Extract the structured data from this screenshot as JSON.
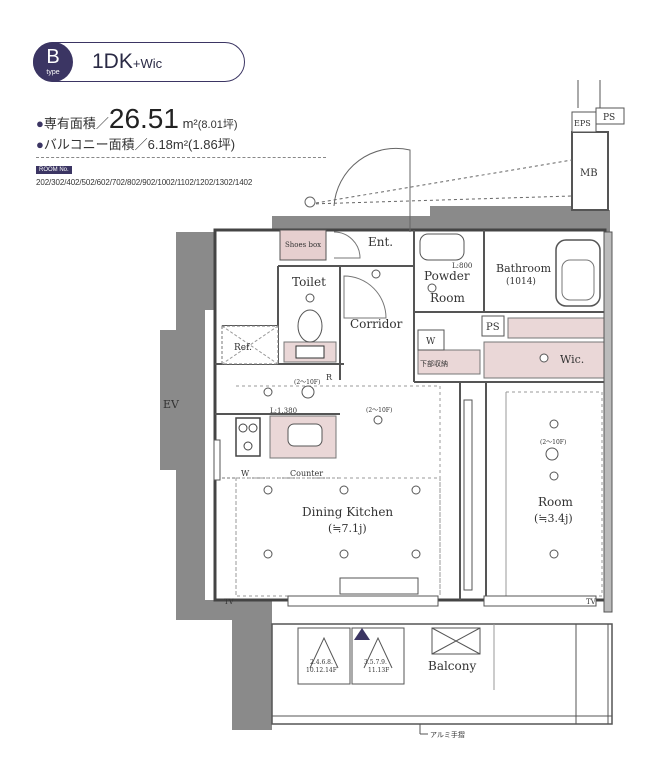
{
  "header": {
    "type_letter": "B",
    "type_word": "type",
    "plan_name": "1DK",
    "plan_suffix": "+Wic",
    "exclusive_area_label": "専有面積／",
    "exclusive_area_value": "26.51",
    "exclusive_area_unit": "m²",
    "exclusive_area_tsubo": "(8.01坪)",
    "balcony_area_label": "バルコニー面積／6.18m²(1.86坪)",
    "room_no_label": "ROOM No.",
    "room_numbers": "202/302/402/502/602/702/802/902/1002/1102/1202/1302/1402"
  },
  "plan": {
    "ev": "EV",
    "eps": "EPS",
    "ps_top": "PS",
    "mb": "MB",
    "shoes_box": "Shoes box",
    "ent": "Ent.",
    "toilet": "Toilet",
    "powder_room_1": "Powder",
    "powder_room_2": "Room",
    "bathroom": "Bathroom",
    "bathroom_size": "(1014)",
    "l_800": "L:800",
    "corridor": "Corridor",
    "ps": "PS",
    "w": "W",
    "wic": "Wic.",
    "ref": "Ref.",
    "l_1380": "L:1,380",
    "ceiling_1": "(2～10F)",
    "ceiling_2": "(2～10F)",
    "ceiling_3": "(2～10F)",
    "counter": "Counter",
    "dining_kitchen": "Dining Kitchen",
    "dk_size": "(≒7.1j)",
    "room": "Room",
    "room_size": "(≒3.4j)",
    "balcony": "Balcony",
    "vent_1a": "2.4.6.8.",
    "vent_1b": "10.12.14F",
    "vent_2a": "3.5.7.9.",
    "vent_2b": "11.13F",
    "handrail": "アルミ手摺",
    "marker_r": "R",
    "marker_w": "W",
    "marker_tv1": "TV",
    "marker_tv2": "TV",
    "small_l1": "L:800",
    "sub_label": "下部収納"
  }
}
